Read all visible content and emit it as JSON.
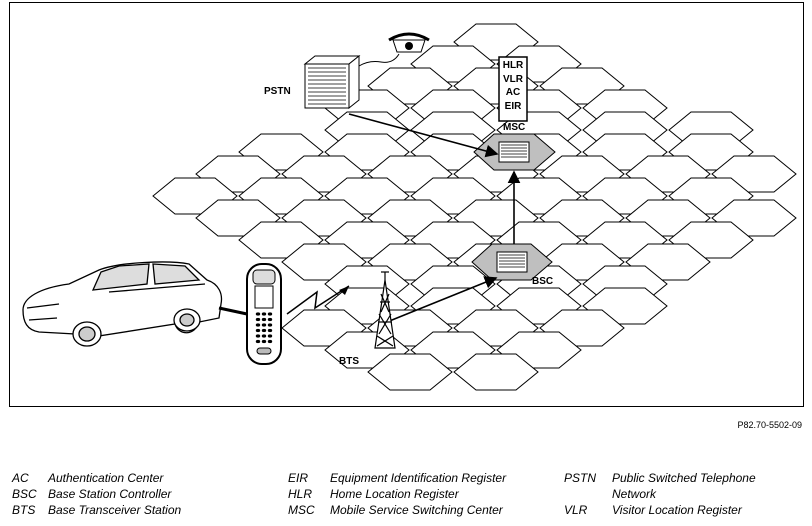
{
  "labels": {
    "pstn": "PSTN",
    "msc": "MSC",
    "bsc": "BSC",
    "bts": "BTS",
    "msc_box_lines": [
      "HLR",
      "VLR",
      "AC",
      "EIR"
    ]
  },
  "reference": "P82.70-5502-09",
  "legend": {
    "col1": [
      {
        "abbr": "AC",
        "text": "Authentication Center"
      },
      {
        "abbr": "BSC",
        "text": "Base Station Controller"
      },
      {
        "abbr": "BTS",
        "text": "Base Transceiver Station"
      }
    ],
    "col2": [
      {
        "abbr": "EIR",
        "text": "Equipment Identification Register"
      },
      {
        "abbr": "HLR",
        "text": "Home Location Register"
      },
      {
        "abbr": "MSC",
        "text": "Mobile Service Switching Center"
      }
    ],
    "col3": [
      {
        "abbr": "PSTN",
        "text": "Public Switched Telephone",
        "text2": "Network"
      },
      {
        "abbr": "VLR",
        "text": "Visitor Location Register"
      }
    ]
  }
}
